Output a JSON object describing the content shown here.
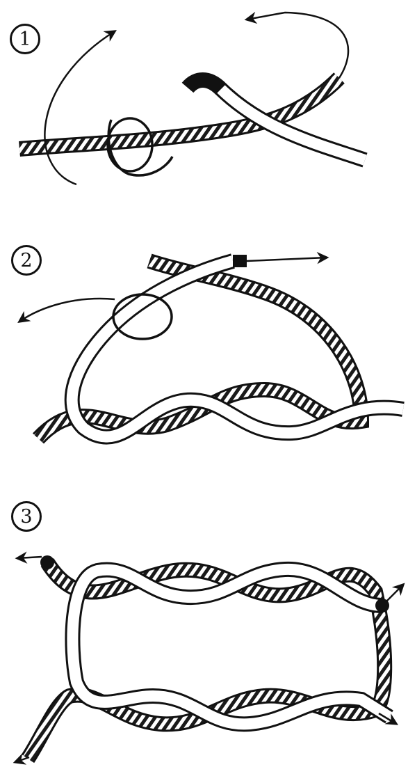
{
  "steps": [
    {
      "number": "1"
    },
    {
      "number": "2"
    },
    {
      "number": "3"
    }
  ],
  "colors": {
    "ink": "#111111",
    "rope_light": "#ffffff",
    "rope_dark": "#2a2a2a",
    "background": "#ffffff"
  }
}
